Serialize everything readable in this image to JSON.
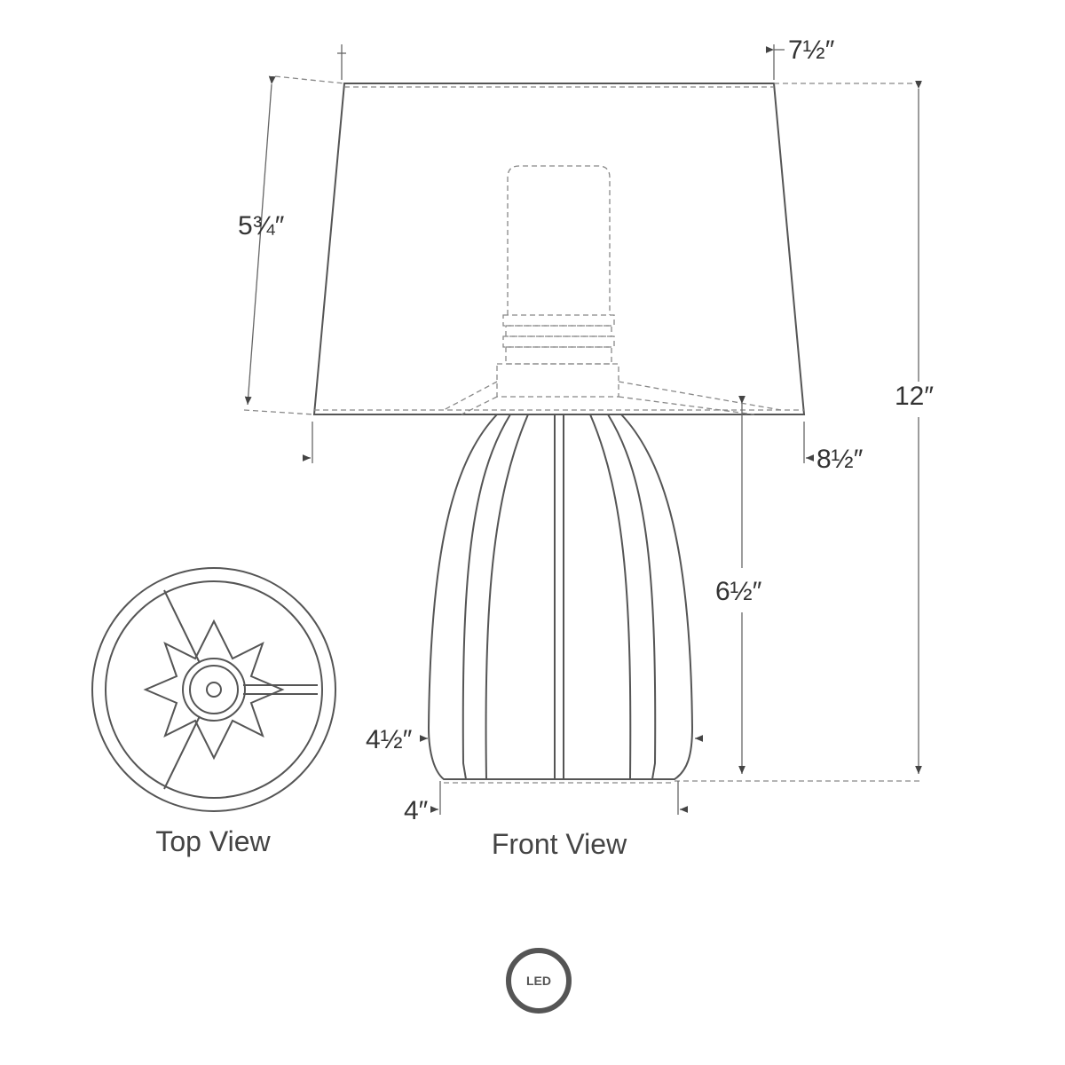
{
  "dimensions": {
    "shade_top_width": "7½″",
    "shade_height": "5¾″",
    "overall_height": "12″",
    "shade_bottom_width": "8½″",
    "base_height": "6½″",
    "base_width": "4½″",
    "base_foot_width": "4″"
  },
  "views": {
    "top": "Top View",
    "front": "Front View"
  },
  "badge": {
    "label": "LED",
    "color": "#555555"
  }
}
